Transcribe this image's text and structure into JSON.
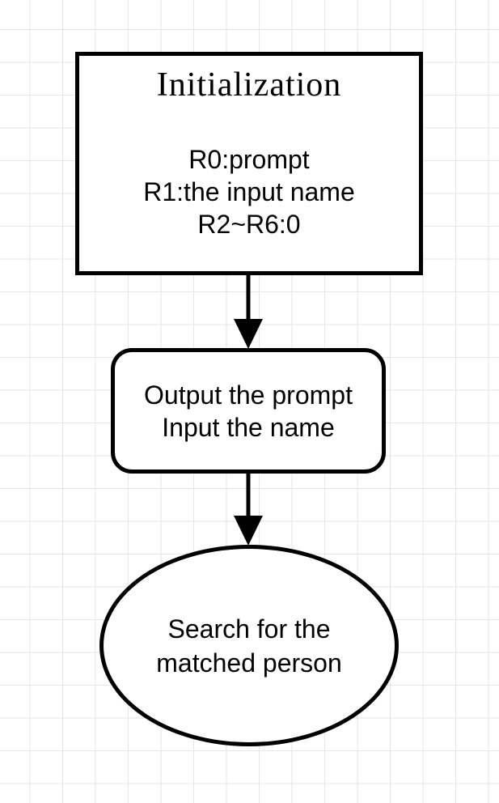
{
  "diagram": {
    "nodes": {
      "initialization": {
        "title": "Initialization",
        "lines": [
          "R0:prompt",
          "R1:the input name",
          "R2~R6:0"
        ]
      },
      "io_step": {
        "lines": [
          "Output the prompt",
          "Input the name"
        ]
      },
      "search_step": {
        "lines": [
          "Search for the",
          "matched person"
        ]
      }
    },
    "edges": [
      {
        "from": "initialization",
        "to": "io_step"
      },
      {
        "from": "io_step",
        "to": "search_step"
      }
    ],
    "colors": {
      "stroke": "#000000",
      "fill": "#ffffff",
      "grid": "#e6e6e6"
    }
  }
}
